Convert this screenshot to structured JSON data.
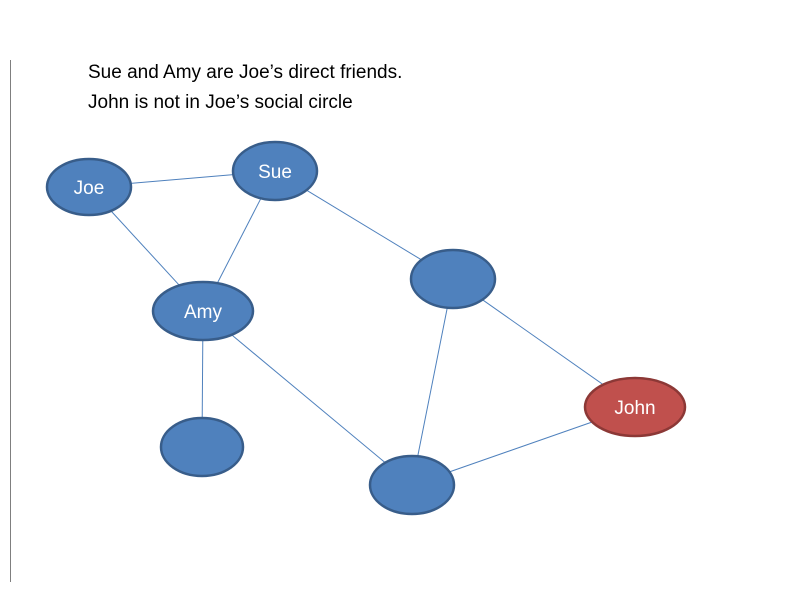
{
  "caption": {
    "line1": "Sue and Amy are Joe’s direct friends.",
    "line2": "John is not in Joe’s social circle"
  },
  "colors": {
    "node_fill": "#4f81bd",
    "node_stroke": "#385d8a",
    "highlight_fill": "#c0504d",
    "highlight_stroke": "#8c3836",
    "edge": "#4f81bd"
  },
  "nodes": [
    {
      "id": "joe",
      "label": "Joe"
    },
    {
      "id": "sue",
      "label": "Sue"
    },
    {
      "id": "amy",
      "label": "Amy"
    },
    {
      "id": "n1",
      "label": ""
    },
    {
      "id": "n2",
      "label": ""
    },
    {
      "id": "n3",
      "label": ""
    },
    {
      "id": "john",
      "label": "John",
      "highlight": true
    }
  ],
  "edges": [
    [
      "joe",
      "sue"
    ],
    [
      "joe",
      "amy"
    ],
    [
      "sue",
      "amy"
    ],
    [
      "sue",
      "n1"
    ],
    [
      "amy",
      "n2"
    ],
    [
      "amy",
      "n3"
    ],
    [
      "n1",
      "n3"
    ],
    [
      "n1",
      "john"
    ],
    [
      "n3",
      "john"
    ]
  ]
}
